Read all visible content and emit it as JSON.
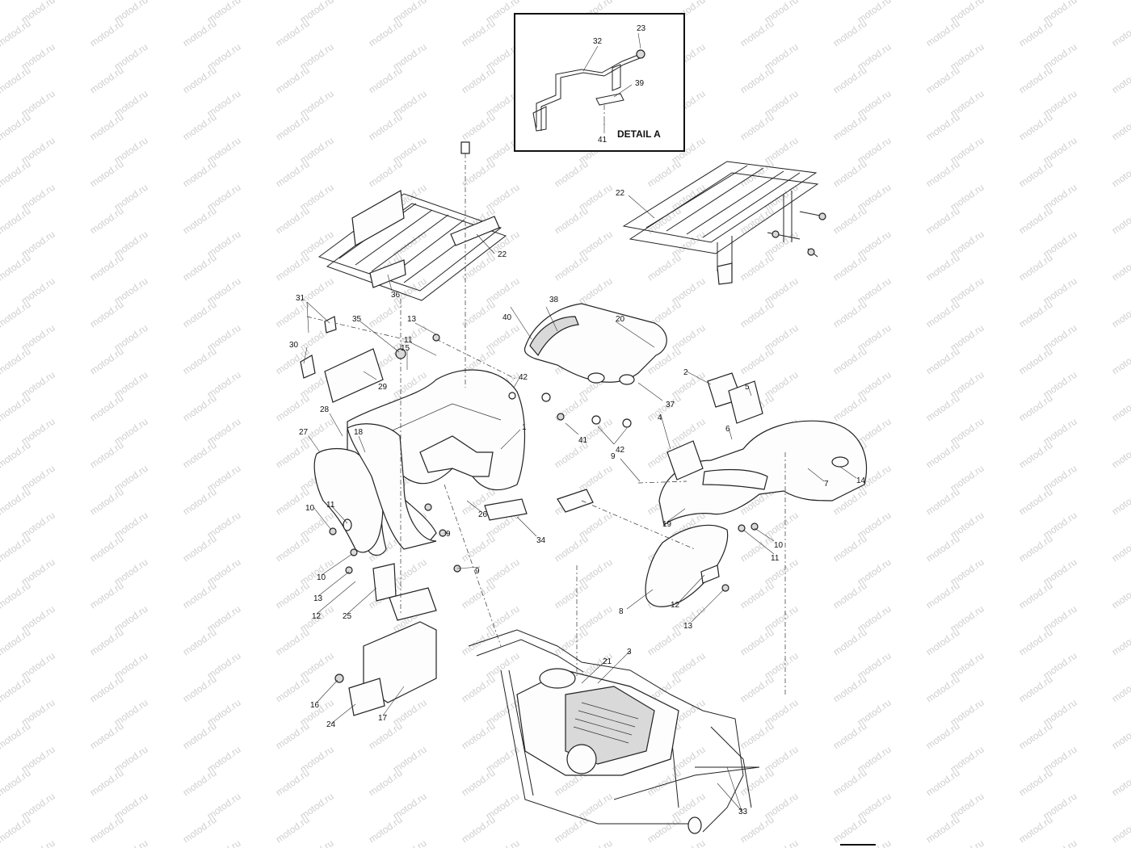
{
  "detail_box": {
    "title": "DETAIL A"
  },
  "watermark": {
    "text": "motod.ru"
  },
  "callouts": {
    "c1": "1",
    "c2": "2",
    "c3": "3",
    "c4": "4",
    "c5": "5",
    "c6": "6",
    "c7": "7",
    "c8": "8",
    "c9a": "9",
    "c9b": "9",
    "c9c": "9",
    "c10a": "10",
    "c10b": "10",
    "c10c": "10",
    "c11a": "11",
    "c11b": "11",
    "c11c": "11",
    "c12a": "12",
    "c12b": "12",
    "c13a": "13",
    "c13b": "13",
    "c13c": "13",
    "c14": "14",
    "c15": "15",
    "c16": "16",
    "c17": "17",
    "c18": "18",
    "c19": "19",
    "c20": "20",
    "c21": "21",
    "c22a": "22",
    "c22b": "22",
    "c23": "23",
    "c24": "24",
    "c25": "25",
    "c26": "26",
    "c27": "27",
    "c28": "28",
    "c29": "29",
    "c30": "30",
    "c31": "31",
    "c32": "32",
    "c33": "33",
    "c34": "34",
    "c35": "35",
    "c36": "36",
    "c37": "37",
    "c38": "38",
    "c39": "39",
    "c40": "40",
    "c41a": "41",
    "c41b": "41",
    "c42a": "42",
    "c42b": "42"
  }
}
